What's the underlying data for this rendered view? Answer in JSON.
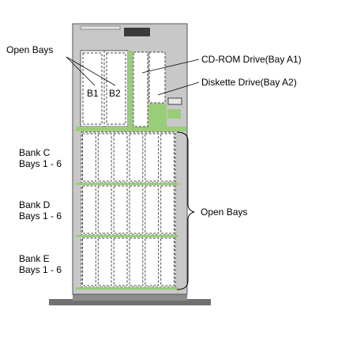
{
  "labels": {
    "open_bays_top": "Open Bays",
    "bay_b1": "B1",
    "bay_b2": "B2",
    "cdrom": "CD-ROM Drive(Bay A1)",
    "diskette": "Diskette Drive(Bay A2)",
    "bank_c": "Bank C",
    "bank_d": "Bank D",
    "bank_e": "Bank E",
    "bays_range": "Bays 1 - 6",
    "open_bays_right": "Open Bays"
  },
  "colors": {
    "chassis": "#c8c8c8",
    "frame": "#8c8c8c",
    "green_fill": "#9acd78",
    "bay_face": "#ffffff",
    "dark_panel": "#3a3a3a"
  },
  "banks": [
    {
      "name": "Bank C",
      "bay_count": 6
    },
    {
      "name": "Bank D",
      "bay_count": 6
    },
    {
      "name": "Bank E",
      "bay_count": 6
    }
  ]
}
